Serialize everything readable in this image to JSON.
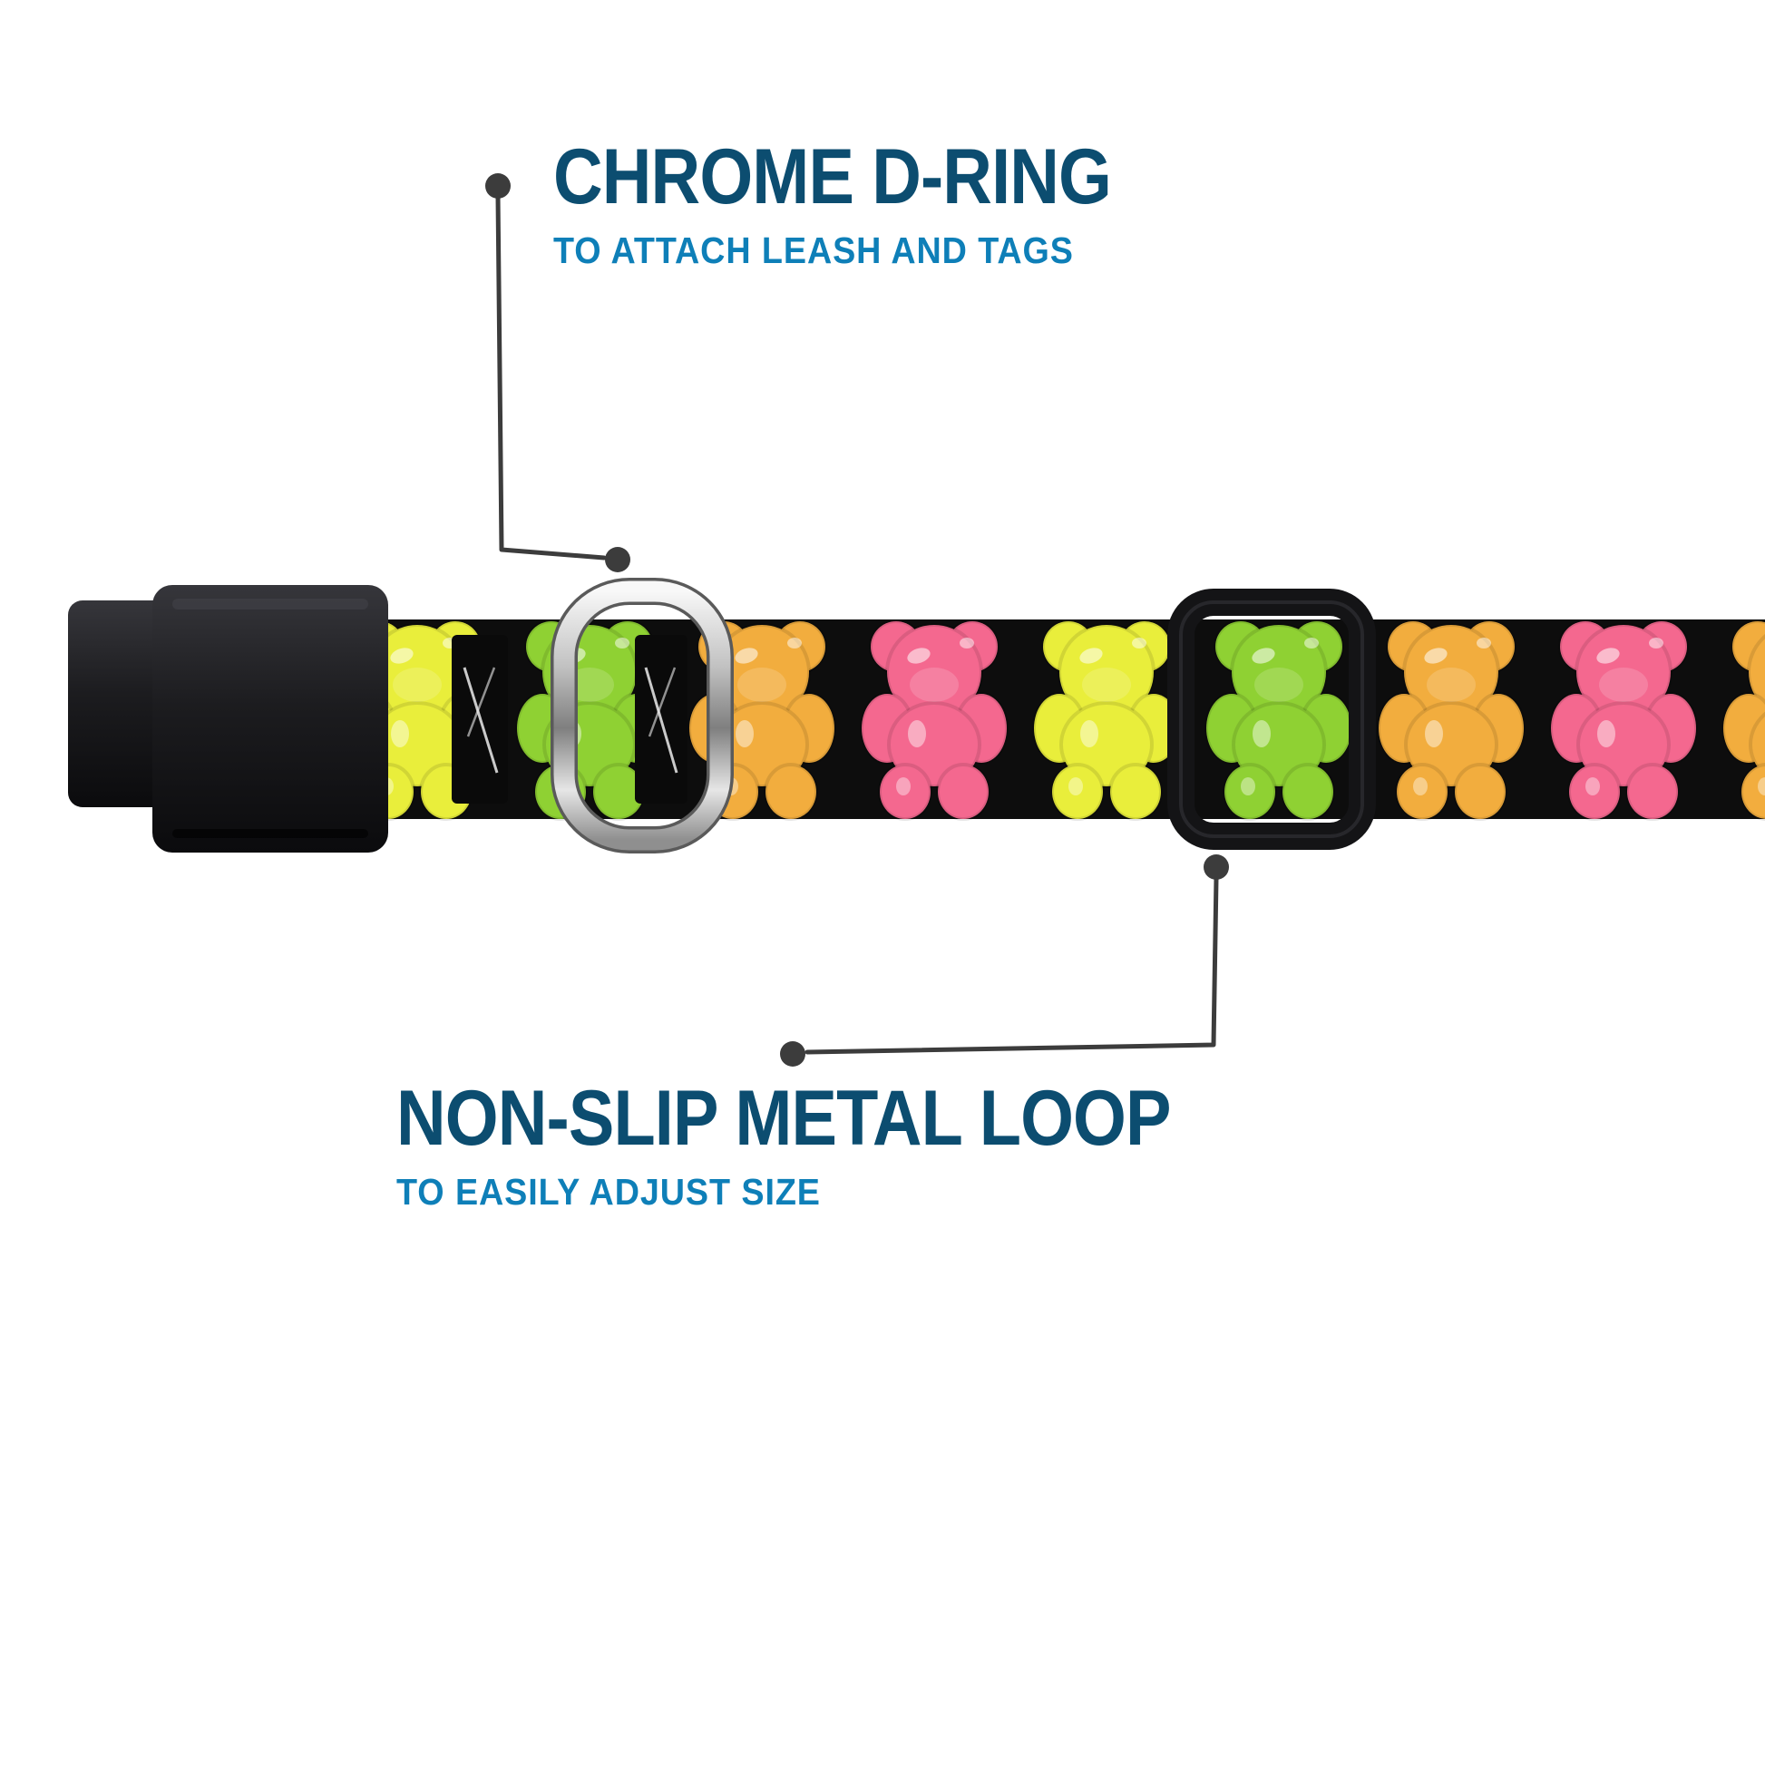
{
  "annotations": {
    "d_ring": {
      "title": "CHROME D-RING",
      "subtitle": "TO ATTACH LEASH AND TAGS"
    },
    "metal_loop": {
      "title": "NON-SLIP METAL LOOP",
      "subtitle": "TO EASILY ADJUST SIZE"
    }
  },
  "colors": {
    "title-color": "#0c4d70",
    "subtitle-color": "#0e7fb8",
    "bear-pink": "#f4688f",
    "bear-yellow": "#e9ee3b",
    "bear-green": "#8fd133",
    "bear-orange": "#f2ad3e",
    "webbing-black": "#0d0d0d",
    "hardware-black": "#141416",
    "callout-gray": "#3c3c3c"
  }
}
